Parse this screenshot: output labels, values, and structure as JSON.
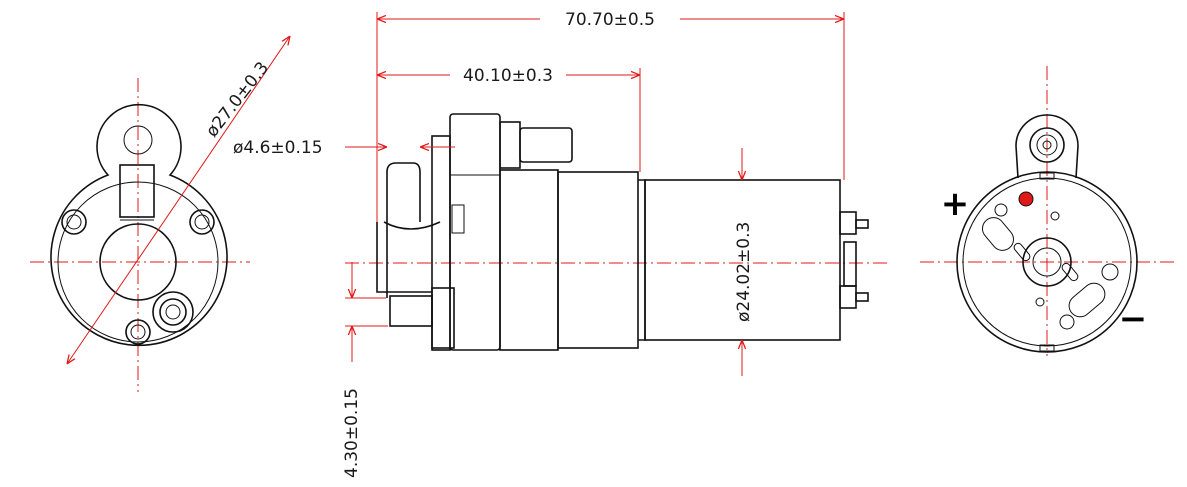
{
  "dimensions": {
    "overall_length": "70.70±0.5",
    "body_length": "40.10±0.3",
    "outlet_diameter": "ø4.6±0.15",
    "flange_diameter": "ø27.0±0.3",
    "motor_diameter": "ø24.02±0.3",
    "outlet_offset": "4.30±0.15"
  },
  "polarity": {
    "positive": "+",
    "negative": "−"
  },
  "colors": {
    "outline": "#111111",
    "dimension_line": "#e01818",
    "terminal_marker": "#e01818"
  }
}
